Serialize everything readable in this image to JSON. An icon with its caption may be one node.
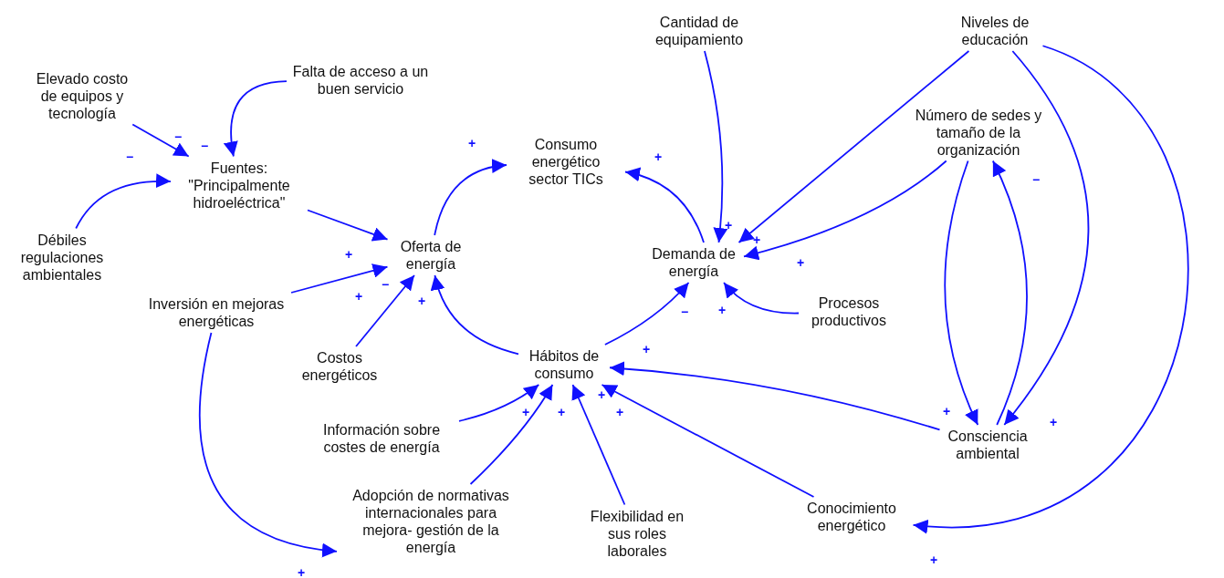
{
  "diagram": {
    "nodes": [
      {
        "text": [
          "Elevado costo de equipos y tecnología"
        ]
      },
      {
        "text": [
          "Falta de acceso a un buen servicio"
        ]
      },
      {
        "text": [
          "Fuentes: \"Principalmente hidroeléctrica\""
        ]
      },
      {
        "text": [
          "Débiles regulaciones ambientales"
        ]
      },
      {
        "text": [
          "Oferta de energía"
        ]
      },
      {
        "text": [
          "Inversión en mejoras energéticas"
        ]
      },
      {
        "text": [
          "Costos energéticos"
        ]
      },
      {
        "text": [
          "Consumo energético sector TICs"
        ]
      },
      {
        "text": [
          "Cantidad de equipamiento"
        ]
      },
      {
        "text": [
          "Niveles de educación"
        ]
      },
      {
        "text": [
          "Número de sedes y tamaño de la organización"
        ]
      },
      {
        "text": [
          "Demanda de energía"
        ]
      },
      {
        "text": [
          "Procesos productivos"
        ]
      },
      {
        "text": [
          "Hábitos de consumo"
        ]
      },
      {
        "text": [
          "Información sobre costes de energía"
        ]
      },
      {
        "text": [
          "Adopción de normativas internacionales para mejora- gestión de la energía"
        ]
      },
      {
        "text": [
          "Flexibilidad en sus roles laborales"
        ]
      },
      {
        "text": [
          "Conocimiento energético"
        ]
      },
      {
        "text": [
          "Consciencia ambiental"
        ]
      }
    ],
    "edges": [
      {
        "from": 0,
        "to": 2,
        "arrow": "to",
        "label": "−"
      },
      {
        "from": 1,
        "to": 2,
        "arrow": "to",
        "label": "−"
      },
      {
        "from": 3,
        "to": 2,
        "arrow": "to",
        "label": "−"
      },
      {
        "from": 2,
        "to": 4,
        "arrow": "to",
        "label": "+"
      },
      {
        "from": 5,
        "to": 4,
        "arrow": "to",
        "label": "+"
      },
      {
        "from": 6,
        "to": 4,
        "arrow": "to",
        "label": "−"
      },
      {
        "from": 13,
        "to": 4,
        "arrow": "to",
        "label": "+"
      },
      {
        "from": 4,
        "to": 7,
        "arrow": "to",
        "label": "+"
      },
      {
        "from": 11,
        "to": 7,
        "arrow": "to",
        "label": "+"
      },
      {
        "from": 8,
        "to": 11,
        "arrow": "to",
        "label": "+"
      },
      {
        "from": 9,
        "to": 11,
        "arrow": "to",
        "label": "+"
      },
      {
        "from": 10,
        "to": 11,
        "arrow": "to",
        "label": "+"
      },
      {
        "from": 12,
        "to": 11,
        "arrow": "to",
        "label": "+"
      },
      {
        "from": 13,
        "to": 11,
        "arrow": "to",
        "label": "−"
      },
      {
        "from": 18,
        "to": 13,
        "arrow": "to",
        "label": "+"
      },
      {
        "from": 14,
        "to": 13,
        "arrow": "to",
        "label": "+"
      },
      {
        "from": 15,
        "to": 13,
        "arrow": "to",
        "label": "+"
      },
      {
        "from": 16,
        "to": 13,
        "arrow": "to",
        "label": "+"
      },
      {
        "from": 17,
        "to": 13,
        "arrow": "to",
        "label": "+"
      },
      {
        "from": 10,
        "to": 18,
        "arrow": "to",
        "label": "+"
      },
      {
        "from": 18,
        "to": 10,
        "arrow": "to",
        "label": "−"
      },
      {
        "from": 9,
        "to": 18,
        "arrow": "to",
        "label": "+"
      },
      {
        "from": 9,
        "to": 17,
        "arrow": "to",
        "label": "+"
      },
      {
        "from": 5,
        "to": 15,
        "arrow": "to",
        "label": "+"
      }
    ]
  }
}
